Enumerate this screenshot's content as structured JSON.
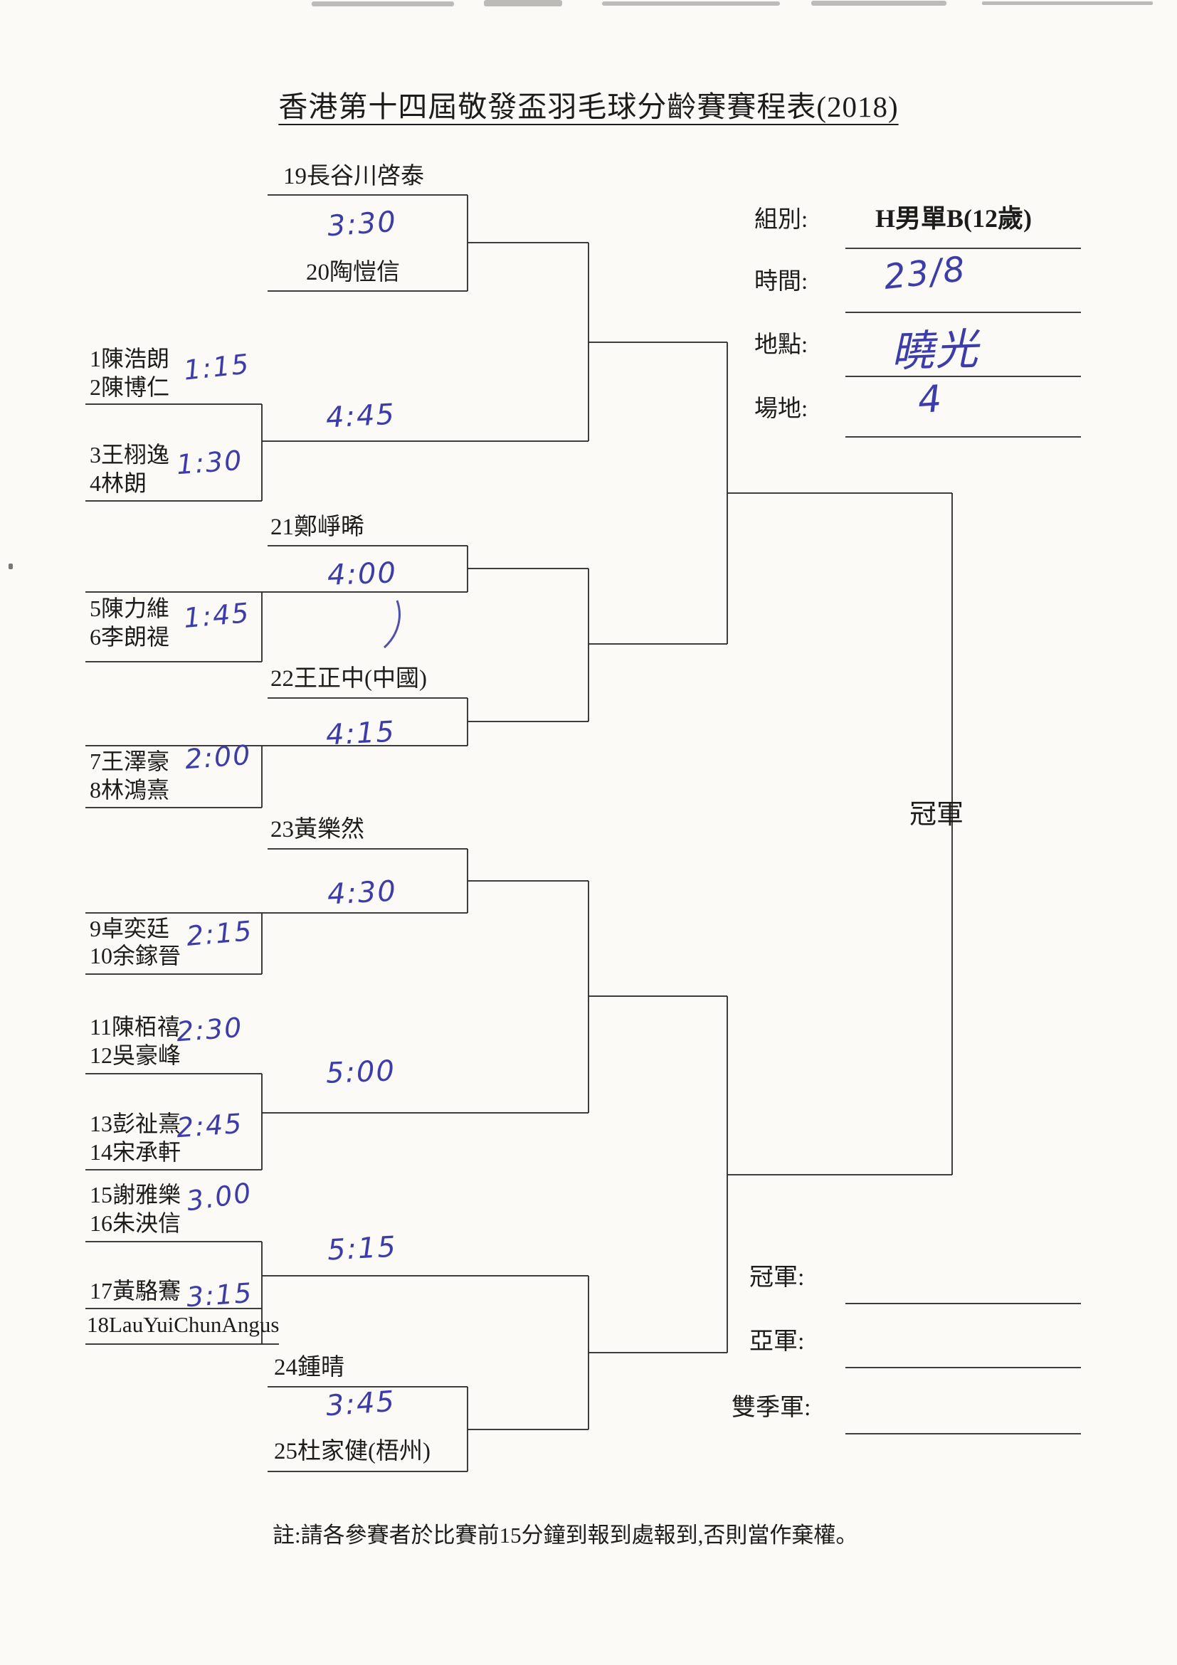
{
  "title": "香港第十四屆敬發盃羽毛球分齡賽賽程表(2018)",
  "info": {
    "group_label": "組別:",
    "group_value": "H男單B(12歲)",
    "time_label": "時間:",
    "time_value": "23/8",
    "place_label": "地點:",
    "place_value": "曉光",
    "court_label": "場地:",
    "court_value": "4"
  },
  "bracket": {
    "champion_label": "冠軍",
    "seeds": {
      "s19": "19長谷川啓泰",
      "s20": "20陶愷信",
      "s21": "21鄭崢晞",
      "s22": "22王正中(中國)",
      "s23": "23黃樂然",
      "s24": "24鍾晴",
      "s25": "25杜家健(梧州)"
    },
    "pairs": {
      "p1": "1陳浩朗",
      "p2": "2陳博仁",
      "p3": "3王栩逸",
      "p4": "4林朗",
      "p5": "5陳力維",
      "p6": "6李朗禔",
      "p7": "7王澤豪",
      "p8": "8林鴻熹",
      "p9": "9卓奕廷",
      "p10": "10余鎵晉",
      "p11": "11陳栢禧",
      "p12": "12吳豪峰",
      "p13": "13彭祉熹",
      "p14": "14宋承軒",
      "p15": "15謝雅樂",
      "p16": "16朱泱信",
      "p17": "17黃駱鶱",
      "p18": "18LauYuiChunAngus"
    },
    "times": {
      "t1v2": "1:15",
      "t3v4": "1:30",
      "t5v6": "1:45",
      "t7v8": "2:00",
      "t9v10": "2:15",
      "t11v12": "2:30",
      "t13v14": "2:45",
      "t15v16": "3.00",
      "t17v18": "3:15",
      "t19v20": "3:30",
      "t24v25": "3:45",
      "t21m": "4:00",
      "t22m": "4:15",
      "t23m": "4:30",
      "tw12w34": "4:45",
      "tw1112w1314": "5:00",
      "tw1516w1718": "5:15"
    }
  },
  "results": {
    "champion_label": "冠軍:",
    "runnerup_label": "亞軍:",
    "third_label": "雙季軍:"
  },
  "note": "註:請各參賽者於比賽前15分鐘到報到處報到,否則當作棄權。",
  "colors": {
    "handwriting_blue": "#3c3caa",
    "line_black": "#2d2d2d",
    "paper": "#fbfaf7"
  }
}
